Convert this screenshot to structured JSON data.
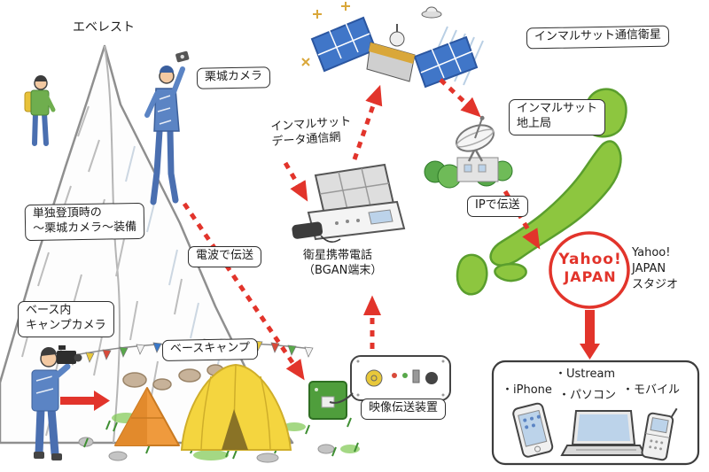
{
  "labels": {
    "everest": "エベレスト",
    "kuriki_camera": "栗城カメラ",
    "solo_equipment_1": "単独登頂時の",
    "solo_equipment_2": "～栗城カメラ～装備",
    "radio_transmission": "電波で伝送",
    "inmarsat_network_1": "インマルサット",
    "inmarsat_network_2": "データ通信網",
    "inmarsat_satellite": "インマルサット通信衛星",
    "inmarsat_ground_1": "インマルサット",
    "inmarsat_ground_2": "地上局",
    "ip_transmission": "IPで伝送",
    "bgan_1": "衛星携帯電話",
    "bgan_2": "（BGAN端末）",
    "base_camp_camera_1": "ベース内",
    "base_camp_camera_2": "キャンプカメラ",
    "base_camp": "ベースキャンプ",
    "video_device": "映像伝送装置",
    "yahoo_1": "Yahoo!",
    "yahoo_2": "JAPAN",
    "studio_1": "Yahoo!",
    "studio_2": "JAPAN",
    "studio_3": "スタジオ",
    "device_iphone": "・iPhone",
    "device_ustream": "・Ustream",
    "device_pc": "・パソコン",
    "device_mobile": "・モバイル"
  },
  "colors": {
    "arrow_red": "#e2342b",
    "yahoo_red": "#e2342b",
    "japan_green": "#8dc63f",
    "tent_yellow": "#f4d53f",
    "tent_orange": "#ef9a3d",
    "suit_blue": "#5b84c4",
    "tree_green": "#58a84a",
    "solar_blue": "#4076c8"
  }
}
